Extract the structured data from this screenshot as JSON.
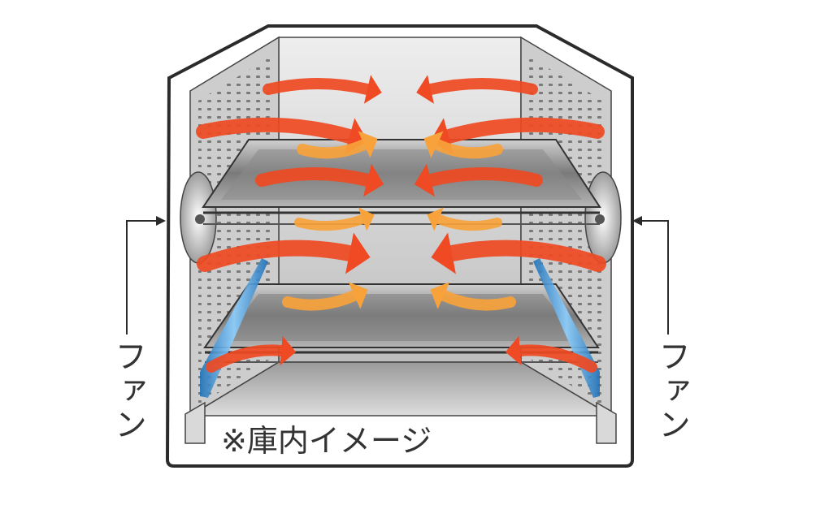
{
  "fans": {
    "left_label": "ファン",
    "right_label": "ファン"
  },
  "caption": "※庫内イメージ",
  "colors": {
    "outline": "#2b2b2b",
    "wall": "#c9c9c9",
    "back_wall": "#d8d8d8",
    "rack": "#555555",
    "tray": "#8f8f8f",
    "heater": "#4aa3df",
    "hot_air": "#ef4a23",
    "warm_air": "#f7a23b",
    "text": "#333333"
  },
  "icons": {
    "fan_left": "fan-icon",
    "fan_right": "fan-icon",
    "pointer": "arrow-icon"
  }
}
